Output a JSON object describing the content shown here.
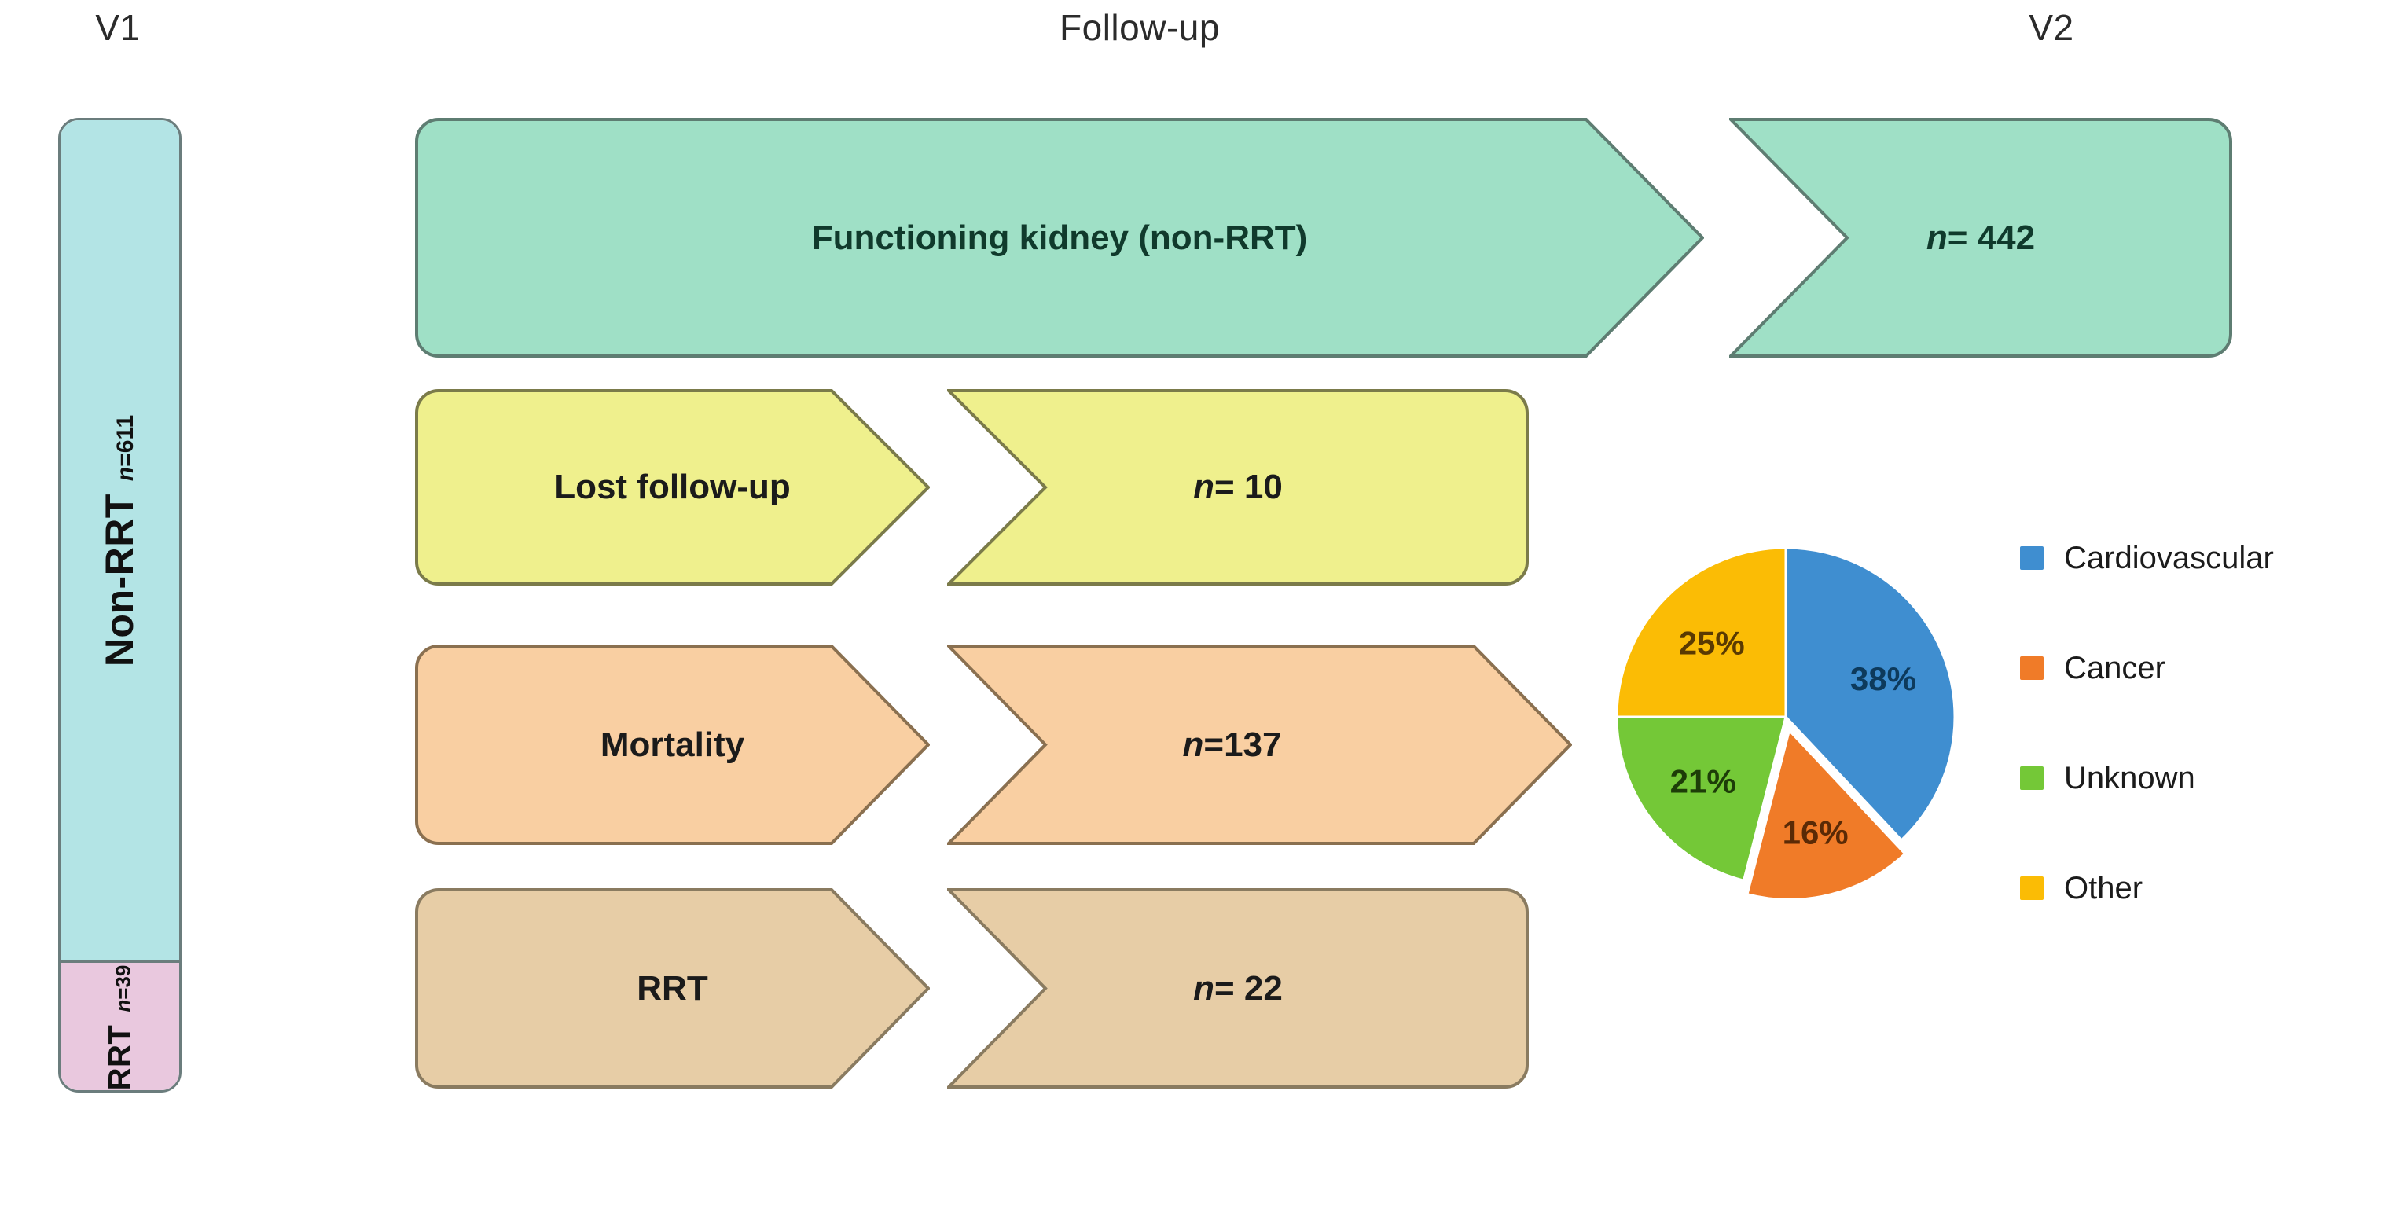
{
  "columns": {
    "v1": "V1",
    "followup": "Follow-up",
    "v2": "V2"
  },
  "v1_bar": {
    "segments": [
      {
        "label": "Non-RRT",
        "n_prefix": "n",
        "n_value": "=611",
        "color": "#b3e4e5"
      },
      {
        "label": "RRT",
        "n_prefix": "n",
        "n_value": "=39",
        "color": "#e9c8de"
      }
    ]
  },
  "rows": [
    {
      "name": "functioning-kidney",
      "label": "Functioning kidney (non-RRT)",
      "value_prefix": "n",
      "value": "= 442",
      "fill": "#9fe0c6",
      "stroke": "#5e7d72",
      "text_color": "#103a2c"
    },
    {
      "name": "lost-follow-up",
      "label": "Lost follow-up",
      "value_prefix": "n",
      "value": "= 10",
      "fill": "#eff08d",
      "stroke": "#7b7b4a",
      "text_color": "#1b1b1b"
    },
    {
      "name": "mortality",
      "label": "Mortality",
      "value_prefix": "n",
      "value": "=137",
      "fill": "#f9cfa2",
      "stroke": "#8a7050",
      "text_color": "#1b1b1b"
    },
    {
      "name": "rrt",
      "label": "RRT",
      "value_prefix": "n",
      "value": "= 22",
      "fill": "#e7cda6",
      "stroke": "#8a7b60",
      "text_color": "#1b1b1b"
    }
  ],
  "chart_data": {
    "type": "pie",
    "title": "",
    "labels": [
      "Cardiovascular",
      "Cancer",
      "Unknown",
      "Other"
    ],
    "values": [
      38,
      16,
      21,
      25
    ],
    "value_labels": [
      "38%",
      "16%",
      "21%",
      "25%"
    ],
    "colors": [
      "#3f8ed0",
      "#f07b28",
      "#74c837",
      "#fbbc05"
    ],
    "label_text_colors": [
      "#0d3a5c",
      "#5a2a06",
      "#1d3d08",
      "#5a3a02"
    ],
    "exploded": [
      false,
      true,
      false,
      false
    ],
    "legend_position": "right",
    "start_angle_deg": 0,
    "direction": "clockwise"
  },
  "legend": {
    "items": [
      {
        "label": "Cardiovascular",
        "color": "#3f8ed0"
      },
      {
        "label": "Cancer",
        "color": "#f07b28"
      },
      {
        "label": "Unknown",
        "color": "#74c837"
      },
      {
        "label": "Other",
        "color": "#fbbc05"
      }
    ]
  }
}
